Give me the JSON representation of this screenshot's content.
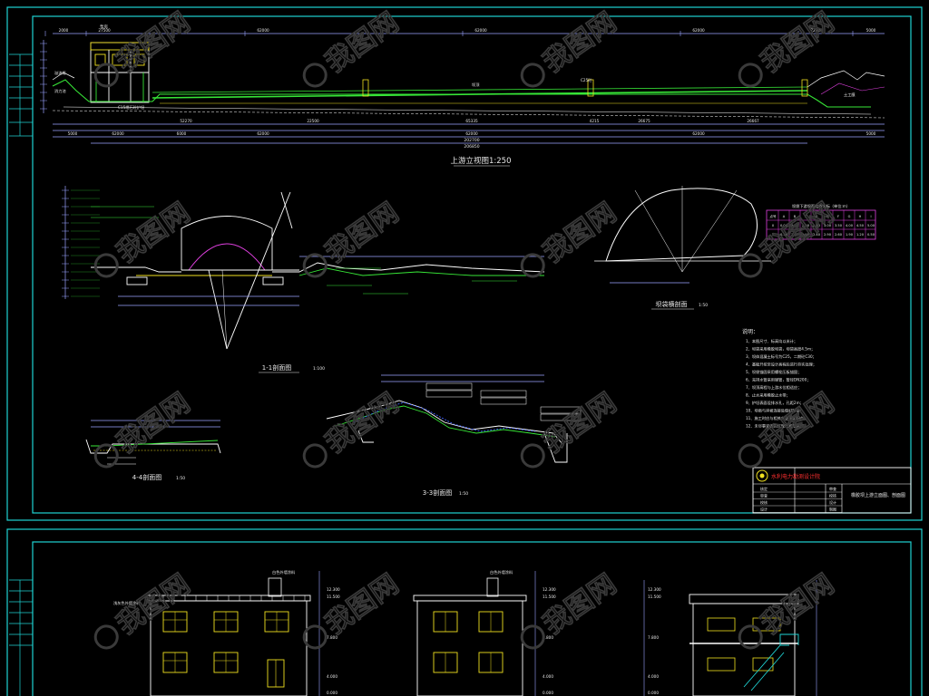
{
  "colors": {
    "background": "#000000",
    "frame": "#1fd3d3",
    "structure": "#ffffff",
    "water": "#37e637",
    "dimension": "#9aa3ff",
    "annotation": "#e8e8e8",
    "yellow": "#f0e020",
    "magenta": "#e040e0",
    "red": "#ff3030",
    "watermark": "#3a3a3a"
  },
  "watermark": {
    "text": "我图网",
    "icon": "logo-leaf-icon"
  },
  "upper": {
    "elevation_title": "上游立视图1:250",
    "dims_top": [
      "2000",
      "27500",
      "62000",
      "62000",
      "62000",
      "72980",
      "5000"
    ],
    "dims_bottom_1": [
      "52270",
      "22500",
      "65335",
      "4215",
      "26675",
      "26667"
    ],
    "dims_bottom_2": [
      "5000",
      "62000",
      "6000",
      "62000",
      "62000",
      "62000",
      "5000"
    ],
    "total_1": "202700",
    "total_2": "206850",
    "labels": [
      "溢流堰",
      "消力池",
      "坝顶",
      "C15埋石砼护坦",
      "C25砼",
      "土工膜"
    ],
    "section_1_title": "1-1剖面图",
    "section_1_scale": "1:100",
    "section_3_title": "3-3剖面图",
    "section_3_scale": "1:50",
    "section_4_title": "4-4剖面图",
    "section_4_scale": "1:50",
    "cross_title": "坝袋横剖面",
    "cross_scale": "1:50",
    "table": {
      "title": "坝袋下游坝面曲线坐标（单位:m）",
      "header": [
        "点号",
        "A",
        "B",
        "C",
        "D",
        "E",
        "F",
        "G",
        "H",
        "I"
      ],
      "row_x": [
        "X",
        "0.00",
        "1.50",
        "2.00",
        "2.50",
        "3.00",
        "3.50",
        "4.00",
        "4.50",
        "5.00"
      ],
      "row_y": [
        "Y",
        "0.30",
        "1.00",
        "1.50",
        "2.40",
        "2.90",
        "2.60",
        "1.90",
        "1.20",
        "0.50"
      ]
    },
    "notes_title": "说明：",
    "notes": [
      "1、本图尺寸、标高均以米计；",
      "2、坝袋采用橡胶坝袋，坝袋高度4.5m；",
      "3、坝体混凝土标号为C25，二期砼C30；",
      "4、基础开挖至设计高程后进行夯实处理；",
      "5、坝袋锚固采用螺栓压板锚固；",
      "6、充排水管采用钢管，管径DN200；",
      "7、坝顶高程与上游水位相适应；",
      "8、止水采用橡胶止水带；",
      "9、护坦表面设排水孔，孔距2m；",
      "10、坝肩与岸坡连接处做好防渗；",
      "11、施工时应与相关专业密切配合；",
      "12、未尽事宜按国家现行规范执行。"
    ],
    "titleblock": {
      "company": "水利电力勘测设计院",
      "drawing_title": "橡胶坝上游立面图、剖面图",
      "rows": [
        [
          "核定",
          "",
          "",
          "审查"
        ],
        [
          "审查",
          "",
          "",
          "校核"
        ],
        [
          "校核",
          "",
          "",
          "设计"
        ],
        [
          "设计",
          "",
          "",
          "制图"
        ]
      ]
    }
  },
  "lower": {
    "labels": [
      "白色外墙涂料",
      "浅灰色外墙涂料",
      "白色外墙涂料"
    ],
    "elevations": [
      "12.300",
      "11.500",
      "7.800",
      "4.000",
      "0.000"
    ],
    "side_elev": [
      "12.300",
      "11.500",
      "7.800",
      "4.000",
      "0.000"
    ]
  }
}
